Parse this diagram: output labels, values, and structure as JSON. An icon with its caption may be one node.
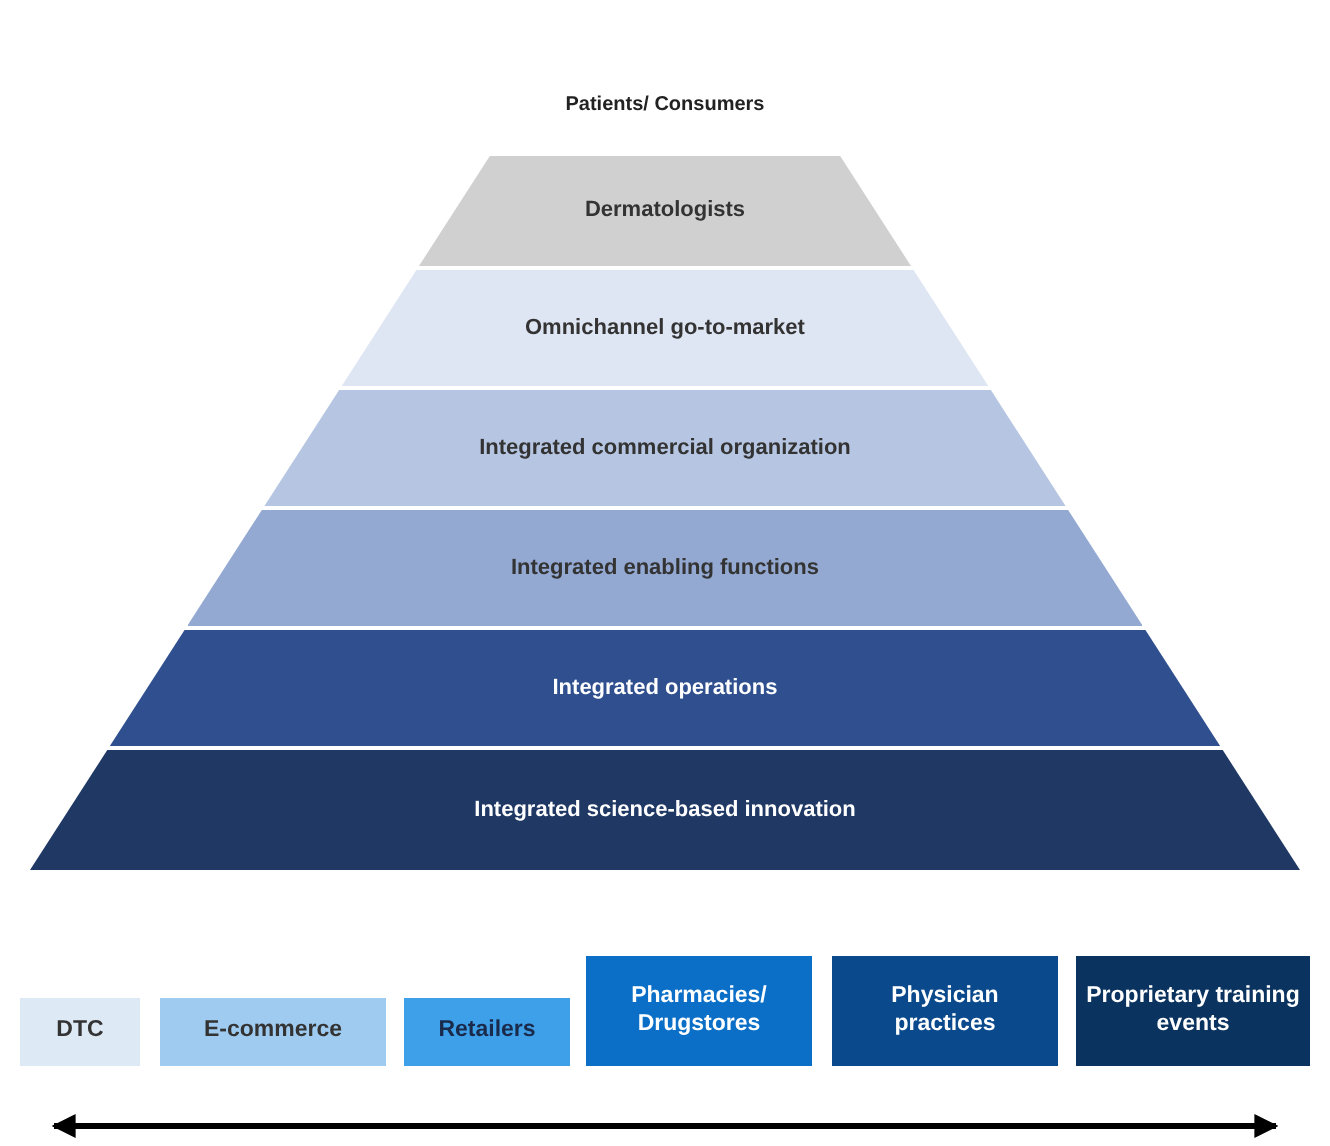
{
  "diagram": {
    "nodes": [
      {
        "text": [
          "Dermatologists"
        ]
      },
      {
        "text": [
          "Omnichannel go-to-market"
        ]
      },
      {
        "text": [
          "Integrated commercial organization"
        ]
      },
      {
        "text": [
          "Integrated enabling functions"
        ]
      },
      {
        "text": [
          "Integrated operations"
        ]
      },
      {
        "text": [
          "Integrated science-based innovation"
        ]
      },
      {
        "text": [
          "DTC"
        ]
      },
      {
        "text": [
          "E-commerce"
        ]
      },
      {
        "text": [
          "Retailers"
        ]
      },
      {
        "text": [
          "Pharmacies/ Drugstores"
        ]
      },
      {
        "text": [
          "Physician practices"
        ]
      },
      {
        "text": [
          "Proprietary training events"
        ]
      }
    ],
    "labels": [
      "Patients/ Consumers"
    ]
  }
}
